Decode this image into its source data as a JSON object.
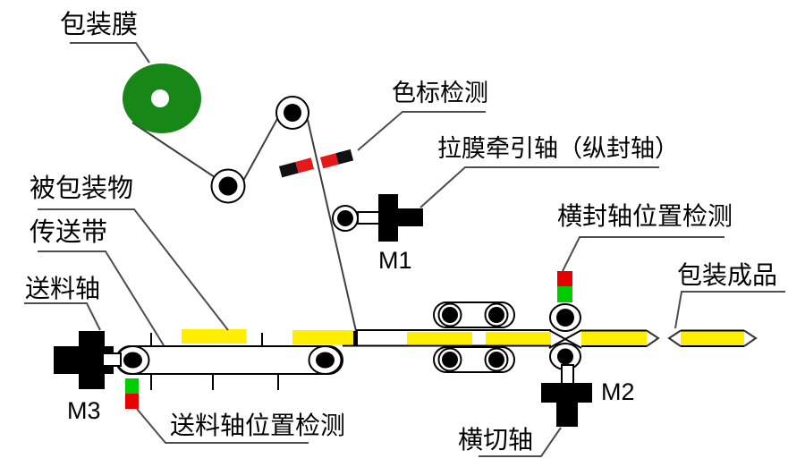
{
  "diagram": {
    "type": "pillow-packaging-machine-schematic",
    "labels": {
      "film_roll": "包装膜",
      "color_mark_detection": "色标检测",
      "film_traction_shaft": "拉膜牵引轴（纵封轴）",
      "cross_seal_position_detection": "横封轴位置检测",
      "finished_product": "包装成品",
      "packaged_item": "被包装物",
      "conveyor_belt": "传送带",
      "feed_shaft": "送料轴",
      "feed_shaft_position_detection": "送料轴位置检测",
      "cross_cut_shaft": "横切轴",
      "motor_m1": "M1",
      "motor_m2": "M2",
      "motor_m3": "M3"
    },
    "colors": {
      "film_roll_green": "#178717",
      "package_yellow": "#ffee00",
      "sensor_green": "#00cc00",
      "sensor_red": "#e60000",
      "mark_red": "#e61919",
      "mark_black": "#111111",
      "leader_line_gray": "#4d4d4d",
      "outline_black": "#000000",
      "background": "#ffffff"
    }
  }
}
